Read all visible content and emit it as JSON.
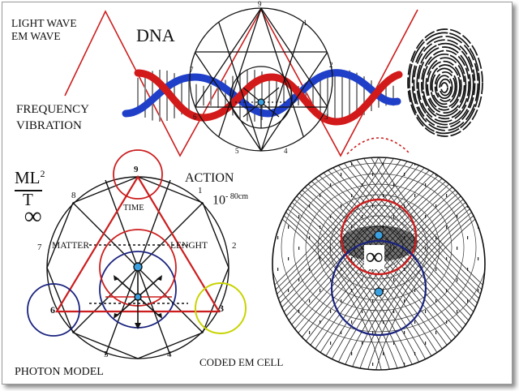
{
  "labels": {
    "light_wave": "LIGHT WAVE",
    "em_wave": "EM WAVE",
    "dna": "DNA",
    "frequency": "FREQUENCY",
    "vibration": "VIBRATION",
    "formula_numerator": "ML",
    "formula_exponent": "2",
    "formula_denominator": "T",
    "infinity": "∞",
    "action": "ACTION",
    "scale_base": "10",
    "scale_exponent": "- 80cm",
    "time": "TIME",
    "matter": "MATTER",
    "lenght": "LENGHT",
    "photon_model": "PHOTON MODEL",
    "coded_em_cell": "CODED EM CELL",
    "cell_infinity": "∞"
  },
  "numbers": {
    "top": {
      "n9": "9",
      "n1": "1",
      "n7": "7",
      "n2": "2",
      "n6": "6",
      "n3": "3",
      "n5": "5",
      "n4": "4"
    },
    "photon": {
      "n9": "9",
      "n8": "8",
      "n1": "1",
      "n7": "7",
      "n2": "2",
      "n6": "6",
      "n3": "3",
      "n5": "5",
      "n4": "4"
    }
  },
  "colors": {
    "wave": "#cc1e1e",
    "dna_red": "#d21a1a",
    "dna_blue": "#1f3fc8",
    "circle_red": "#cc1e1e",
    "circle_blue": "#1a237e",
    "circle_yellow": "#c8d400",
    "dot": "#3aa0e0"
  }
}
